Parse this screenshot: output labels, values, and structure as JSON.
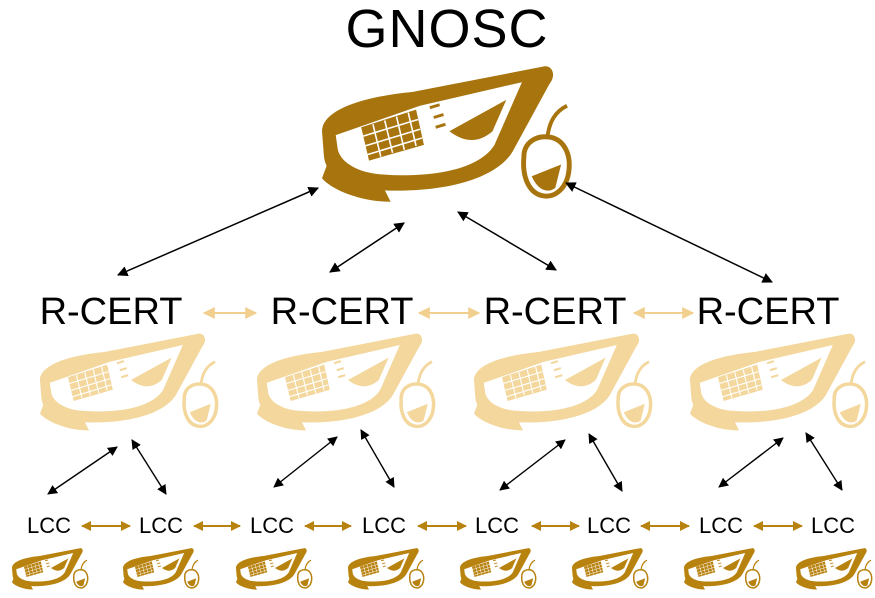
{
  "top": {
    "label": "GNOSC",
    "icon": "computer-keyboard-mouse-icon"
  },
  "regional": {
    "label": "R-CERT",
    "icon": "computer-keyboard-mouse-icon",
    "count": 4
  },
  "local": {
    "label": "LCC",
    "icon": "computer-keyboard-mouse-icon",
    "count": 8
  },
  "colors": {
    "top_computer": "#a8740e",
    "regional_computer": "#f3d79c",
    "local_computer": "#b8820f",
    "hierarchy_arrows": "#000000",
    "peer_arrows_regional": "#f1cf8e",
    "peer_arrows_local": "#b8820f",
    "text": "#000000"
  }
}
